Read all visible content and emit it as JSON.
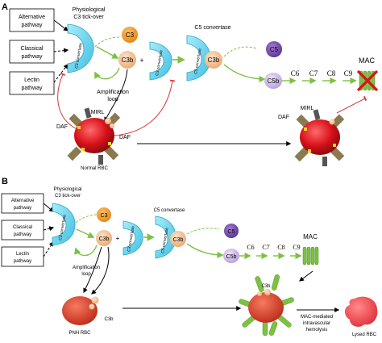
{
  "panel_a": {
    "label": "A",
    "pathways": [
      "Alternative pathway",
      "Classical pathway",
      "Lectin pathway"
    ],
    "tickover": [
      "Physiological",
      "C3 tick-over"
    ],
    "c3_convertase": "C3 convertase",
    "c3": "C3",
    "c3b": "C3b",
    "plus": "+",
    "c5_convertase_title": "C5 convertase",
    "c5_convertase": "C5 convertase",
    "c5": "C5",
    "c5b": "C5b",
    "terminal": [
      "C6",
      "C7",
      "C8",
      "C9"
    ],
    "mac": "MAC",
    "amplification": [
      "Amplification",
      "loop"
    ],
    "daf_left": "DAF",
    "mirl_left": "MIRL",
    "daf_mid": "DAF",
    "mirl_right": "MIRL",
    "daf_right": "DAF",
    "cell": "Normal RBC"
  },
  "panel_b": {
    "label": "B",
    "pathways": [
      "Alternative pathway",
      "Classical pathway",
      "Lectin pathway"
    ],
    "tickover": [
      "Physiological",
      "C3 tick-over"
    ],
    "c3_convertase": "C3 convertase",
    "c3": "C3",
    "c3b": "C3b",
    "plus": "+",
    "c5_convertase_title": "C5 convertase",
    "c5_convertase": "C5 convertase",
    "c5": "C5",
    "c5b": "C5b",
    "terminal": [
      "C6",
      "C7",
      "C8",
      "C9"
    ],
    "mac": "MAC",
    "amplification": [
      "Amplification",
      "loop"
    ],
    "cell": "PNH RBC",
    "cell_c3b": "C3b",
    "attacked_c3b": "C3b",
    "hemolysis": [
      "MAC-mediated",
      "intravascular",
      "hemolysis"
    ],
    "lysed": "Lysed RBC"
  },
  "colors": {
    "cyan": "#6fd6ee",
    "orange": "#f39a1e",
    "peach": "#f6c79a",
    "purple": "#7a4aa8",
    "lavender": "#cbb6e6",
    "green": "#7cc242",
    "red_cell": "#d8121a",
    "inhibit": "#d63a3a",
    "pnh_cell": "#e0432c"
  }
}
